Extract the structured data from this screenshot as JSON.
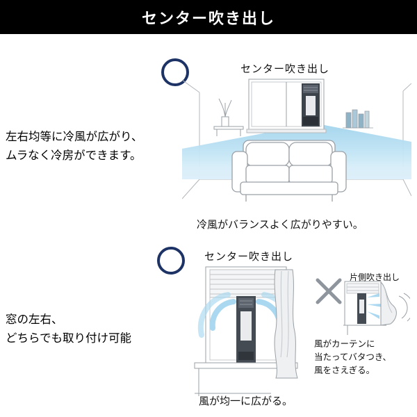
{
  "header": {
    "title": "センター吹き出し"
  },
  "colors": {
    "header_bg": "#000000",
    "header_text": "#ffffff",
    "good_circle": "#1d3365",
    "cool_air": "#aed9ef",
    "line_gray": "#9aa0a6"
  },
  "section_airflow": {
    "feature_label": "センター吹き出し",
    "description_lines": [
      "左右均等に冷風が広がり、",
      "ムラなく冷房ができます。"
    ],
    "caption": "冷風がバランスよく広がりやすい。"
  },
  "section_mounting": {
    "feature_label": "センター吹き出し",
    "description_lines": [
      "窓の左右、",
      "どちらでも取り付け可能"
    ],
    "caption": "風が均一に広がる。",
    "bad_example": {
      "label": "片側吹き出し",
      "caption_lines": [
        "風がカーテンに",
        "当たってバタつき、",
        "風をさえぎる。"
      ]
    }
  }
}
